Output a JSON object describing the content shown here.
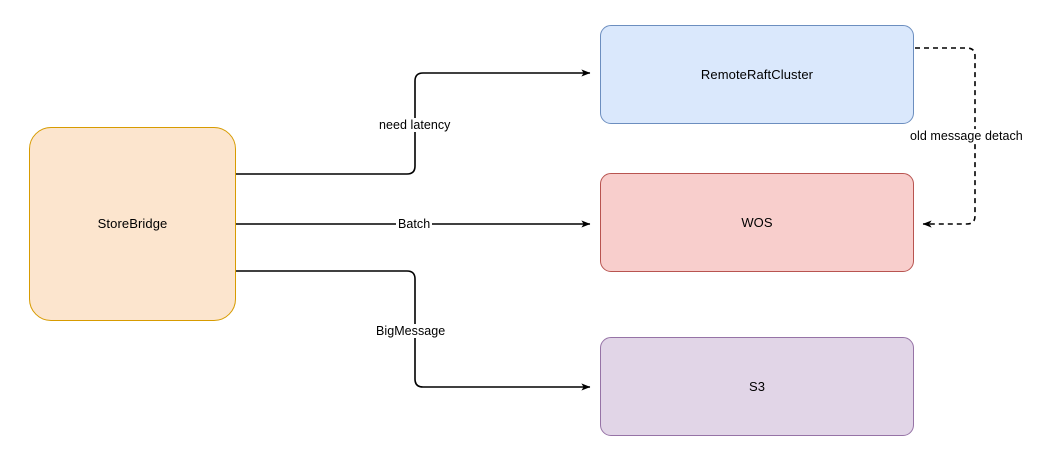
{
  "diagram": {
    "title": "StoreBridge routing diagram",
    "background": "#ffffff",
    "nodes": [
      {
        "id": "store-bridge",
        "label": "StoreBridge",
        "fill": "#fce5ce",
        "stroke": "#d79b00",
        "shape": "rounded-rectangle"
      },
      {
        "id": "remote-raft-cluster",
        "label": "RemoteRaftCluster",
        "fill": "#dae8fc",
        "stroke": "#6c8ebf",
        "shape": "rounded-rectangle"
      },
      {
        "id": "wos",
        "label": "WOS",
        "fill": "#f8cecc",
        "stroke": "#b85450",
        "shape": "rounded-rectangle"
      },
      {
        "id": "s3",
        "label": "S3",
        "fill": "#e1d5e7",
        "stroke": "#9673a6",
        "shape": "rounded-rectangle"
      }
    ],
    "edges": [
      {
        "id": "need-latency",
        "label": "need latency",
        "from": "store-bridge",
        "to": "remote-raft-cluster",
        "style": "solid",
        "arrow": "end"
      },
      {
        "id": "batch",
        "label": "Batch",
        "from": "store-bridge",
        "to": "wos",
        "style": "solid",
        "arrow": "end"
      },
      {
        "id": "big-message",
        "label": "BigMessage",
        "from": "store-bridge",
        "to": "s3",
        "style": "solid",
        "arrow": "end"
      },
      {
        "id": "old-message-detach",
        "label": "old message detach",
        "from": "remote-raft-cluster",
        "to": "wos",
        "style": "dashed",
        "arrow": "end"
      }
    ]
  }
}
